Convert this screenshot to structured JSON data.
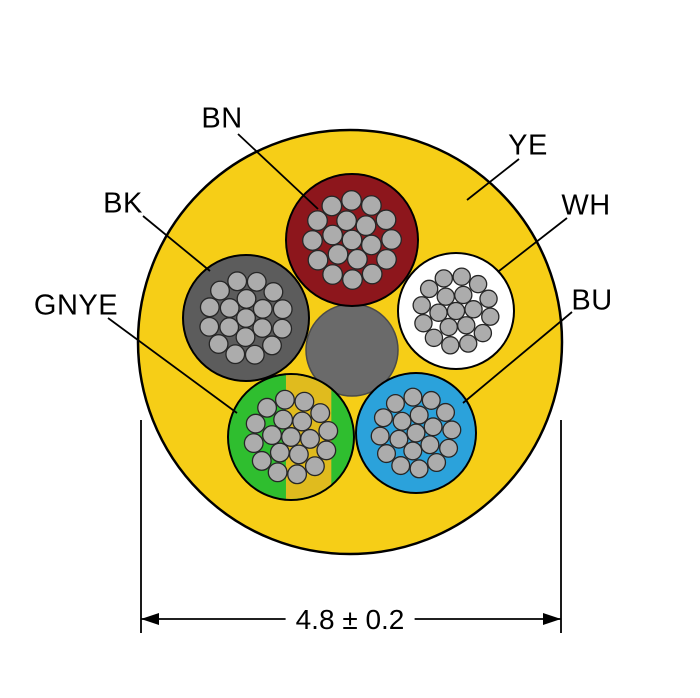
{
  "diagram": {
    "title": "cable-cross-section",
    "jacket": {
      "code": "YE",
      "fill": "#F6CE17",
      "outline": "#000000"
    },
    "filler": {
      "fill": "#6A6A6A",
      "outline": "#4A4A4A"
    },
    "strands": {
      "fill": "#ACACAC",
      "outline": "#262626",
      "count_per_conductor": 19
    },
    "conductors": {
      "bn": {
        "code": "BN",
        "fill": "#8D161C"
      },
      "bk": {
        "code": "BK",
        "fill": "#5C5C5C"
      },
      "wh": {
        "code": "WH",
        "fill": "#FFFFFF"
      },
      "gnye": {
        "code": "GNYE",
        "fill": "#2FBE2F",
        "stripe": "#E0BB1E"
      },
      "bu": {
        "code": "BU",
        "fill": "#2BA2DB"
      }
    },
    "line_color": "#000000"
  },
  "labels": {
    "bn": "BN",
    "ye": "YE",
    "bk": "BK",
    "wh": "WH",
    "gnye": "GNYE",
    "bu": "BU"
  },
  "dimension": {
    "label": "4.8 ± 0.2"
  }
}
